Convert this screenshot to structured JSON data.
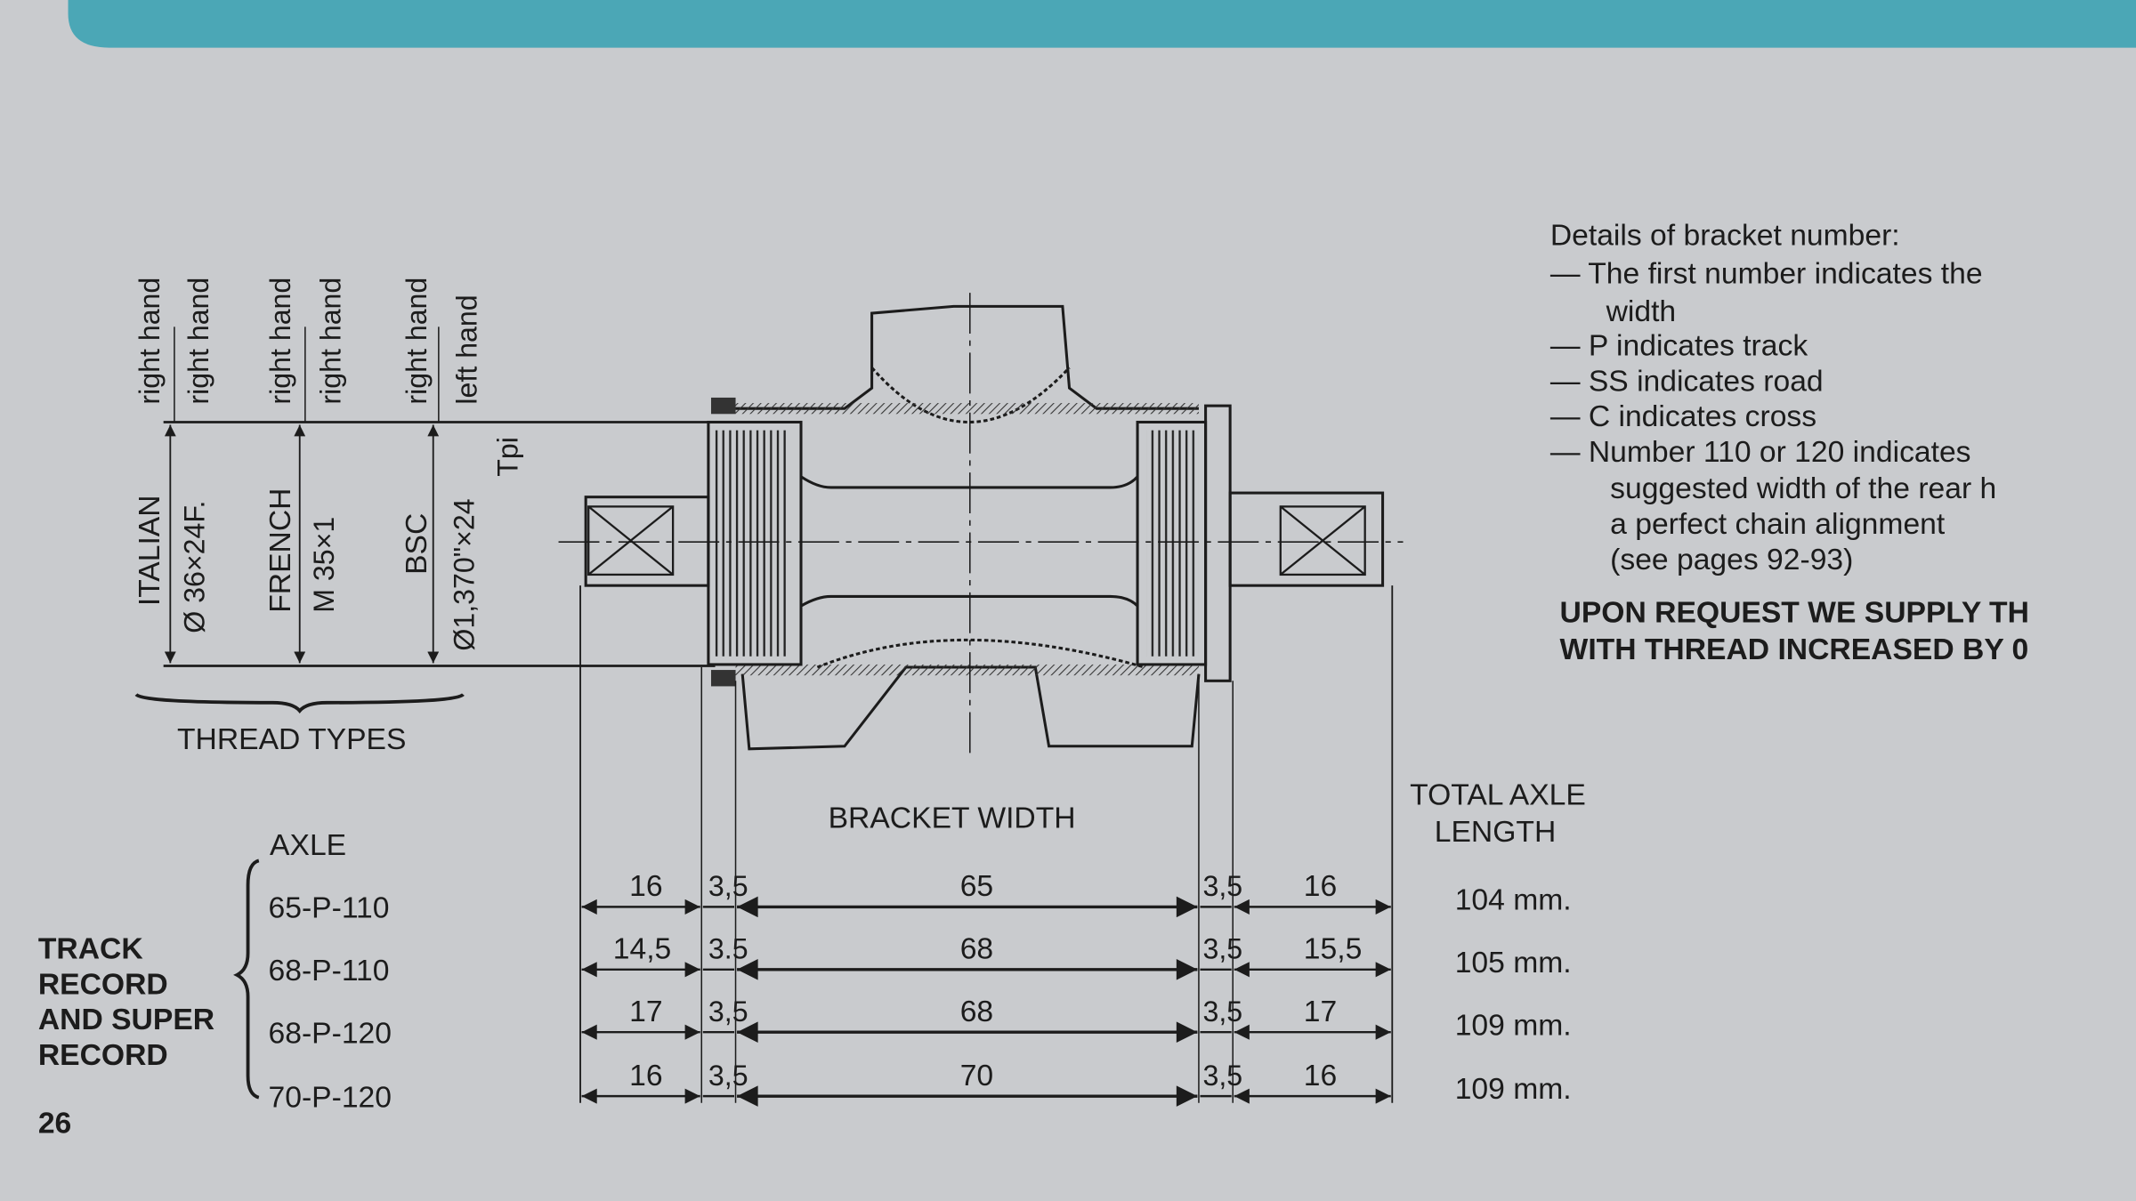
{
  "page_number": "26",
  "colors": {
    "banner": "#4ba7b6",
    "paper": "#c9cbce",
    "ink": "#1c1c1c"
  },
  "thread_types": {
    "title": "THREAD TYPES",
    "items": [
      {
        "name": "ITALIAN",
        "spec": "Ø 36×24F.",
        "spec2": "",
        "hand1": "right hand",
        "hand2": "right hand"
      },
      {
        "name": "FRENCH",
        "spec": "M 35×1",
        "spec2": "",
        "hand1": "right hand",
        "hand2": "right hand"
      },
      {
        "name": "BSC",
        "spec": "Ø1,370\"×24",
        "spec2": "Tpi",
        "hand1": "right hand",
        "hand2": "left hand"
      }
    ]
  },
  "details": {
    "heading": "Details of bracket number:",
    "lines": [
      "— The first number indicates the",
      "width",
      "— P   indicates track",
      "— SS indicates road",
      "— C   indicates cross",
      "— Number 110 or 120 indicates",
      "suggested width of the rear h",
      "a perfect chain alignment",
      "(see pages 92-93)"
    ],
    "notice_line1": "UPON REQUEST WE SUPPLY TH",
    "notice_line2": "WITH THREAD INCREASED BY 0"
  },
  "table": {
    "group_label": [
      "TRACK",
      "RECORD",
      "AND SUPER",
      "RECORD"
    ],
    "axle_header": "AXLE",
    "bracket_width_header": "BRACKET WIDTH",
    "total_header_1": "TOTAL AXLE",
    "total_header_2": "LENGTH",
    "rows": [
      {
        "axle": "65-P-110",
        "d": [
          "16",
          "3,5",
          "65",
          "3,5",
          "16"
        ],
        "total": "104  mm."
      },
      {
        "axle": "68-P-110",
        "d": [
          "14,5",
          "3.5",
          "68",
          "3,5",
          "15,5"
        ],
        "total": "105  mm."
      },
      {
        "axle": "68-P-120",
        "d": [
          "17",
          "3,5",
          "68",
          "3,5",
          "17"
        ],
        "total": "109  mm."
      },
      {
        "axle": "70-P-120",
        "d": [
          "16",
          "3,5",
          "70",
          "3,5",
          "16"
        ],
        "total": "109  mm."
      }
    ]
  }
}
